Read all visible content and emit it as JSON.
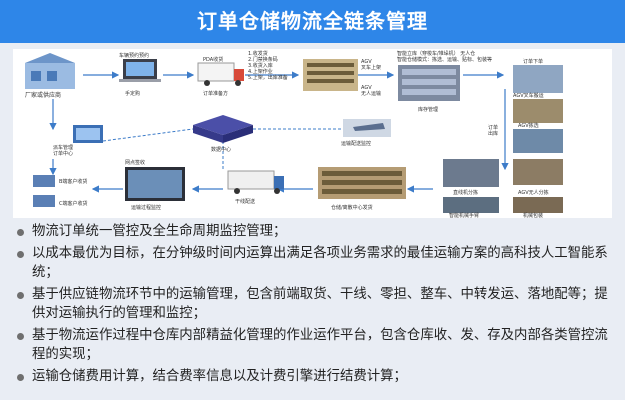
{
  "title": "订单仓储物流全链条管理",
  "diagram": {
    "labels": {
      "factory": "厂家或供应商",
      "vehicle_booking": "车辆预约预约",
      "pda": "PDA收货",
      "ordering": "手定购",
      "pre_delivery": "订单准备方",
      "steps": "1.收发货\n2.门禁换条码\n3.收货入库\n4.上架作业\n5.上架，出库准备",
      "agv_top": "AGV\n叉车上架",
      "agv_bottom": "AGV\n无人运输",
      "unmanned_shelf": "智能立库（穿梭车/堆垛机） 无人仓\n智能仓储模式：拣选、运输、贴标、包装等",
      "warehouse_mgmt": "库存管理",
      "order_center": "派车管理\n订单中心",
      "data_center": "数据中心",
      "transport_monitor": "运输配送监控",
      "outbound": "订单\n出库",
      "customer_receipt": "B端客户收货",
      "delivery_receipt": "C端客户收货",
      "network_receive": "网点签收",
      "transport_track": "运输过程监控",
      "trunk_delivery": "干线配送",
      "warehouse_dispatch": "仓储/离散中心发货",
      "right_top": "订单下单",
      "agv_handling": "AGV叉车搬运",
      "agv_pick": "AGV拣选",
      "agv_sort": "AGV无人分拣",
      "smart_sort": "直线机分拣",
      "smart_robot": "智能机械手臂",
      "robot_pack": "机械包装"
    }
  },
  "bullets": [
    "物流订单统一管控及全生命周期监控管理；",
    "以成本最优为目标，在分钟级时间内运算出满足各项业务需求的最佳运输方案的高科技人工智能系统；",
    "基于供应链物流环节中的运输管理，包含前端取货、干线、零担、整车、中转发运、落地配等；提供对运输执行的管理和监控；",
    "基于物流运作过程中仓库内部精益化管理的作业运作平台，包含仓库收、发、存及内部各类管控流程的实现；",
    "运输仓储费用计算，结合费率信息以及计费引擎进行结费计算；"
  ]
}
